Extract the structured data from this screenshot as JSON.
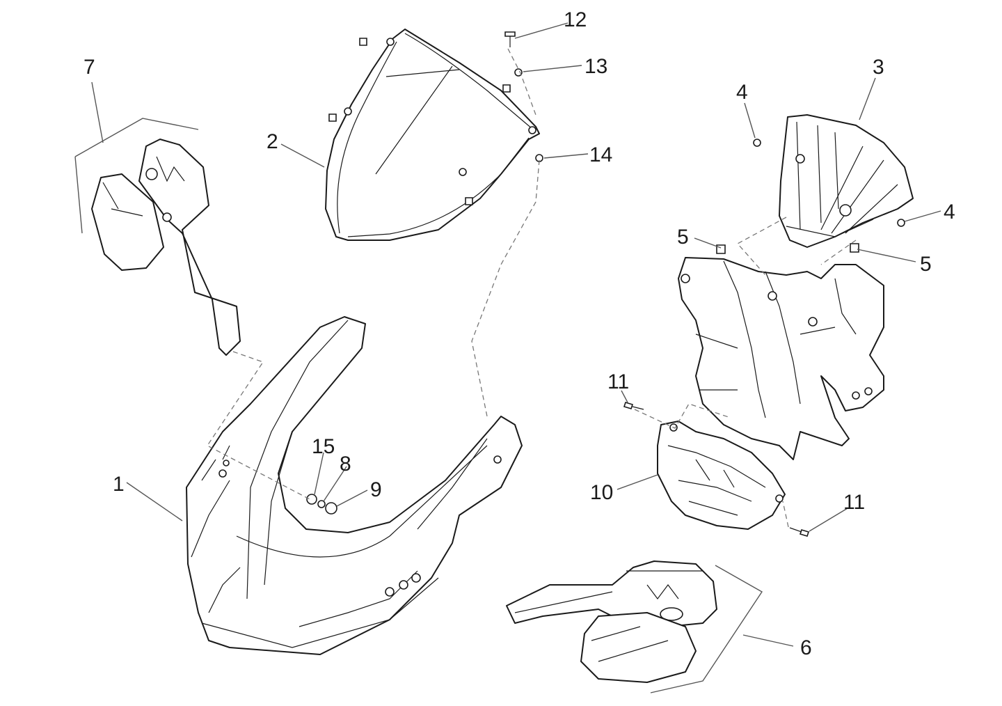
{
  "callouts": [
    {
      "id": "1",
      "label": "1",
      "part": "front-fairing"
    },
    {
      "id": "2",
      "label": "2",
      "part": "windscreen"
    },
    {
      "id": "3",
      "label": "3",
      "part": "headlight-cover"
    },
    {
      "id": "4a",
      "label": "4",
      "part": "cover-nut-left"
    },
    {
      "id": "4b",
      "label": "4",
      "part": "cover-nut-right"
    },
    {
      "id": "5a",
      "label": "5",
      "part": "clip-left"
    },
    {
      "id": "5b",
      "label": "5",
      "part": "clip-right"
    },
    {
      "id": "6",
      "label": "6",
      "part": "right-mirror"
    },
    {
      "id": "7",
      "label": "7",
      "part": "left-mirror"
    },
    {
      "id": "8",
      "label": "8",
      "part": "washer"
    },
    {
      "id": "9",
      "label": "9",
      "part": "nut"
    },
    {
      "id": "10",
      "label": "10",
      "part": "instrument-support"
    },
    {
      "id": "11a",
      "label": "11",
      "part": "screw-upper"
    },
    {
      "id": "11b",
      "label": "11",
      "part": "screw-lower"
    },
    {
      "id": "12",
      "label": "12",
      "part": "windscreen-screw"
    },
    {
      "id": "13",
      "label": "13",
      "part": "windscreen-washer"
    },
    {
      "id": "14",
      "label": "14",
      "part": "windscreen-insert"
    },
    {
      "id": "15",
      "label": "15",
      "part": "fairing-screw"
    }
  ]
}
